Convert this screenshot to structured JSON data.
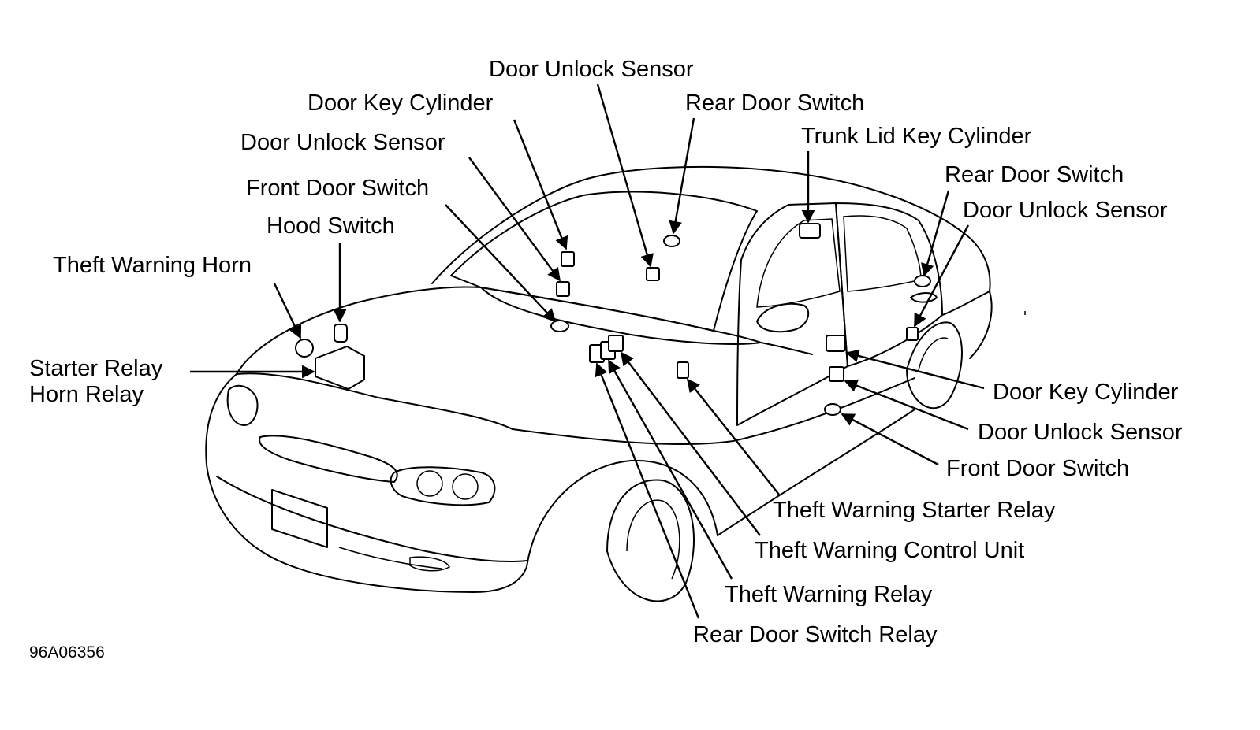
{
  "figure_code": "96A06356",
  "labels": {
    "door_unlock_sensor_top": "Door Unlock Sensor",
    "door_key_cylinder_top": "Door Key Cylinder",
    "rear_door_switch_top": "Rear Door Switch",
    "trunk_lid_key_cylinder": "Trunk Lid Key Cylinder",
    "door_unlock_sensor_left": "Door Unlock Sensor",
    "rear_door_switch_right": "Rear Door Switch",
    "door_unlock_sensor_right": "Door Unlock Sensor",
    "front_door_switch_top": "Front Door Switch",
    "hood_switch": "Hood Switch",
    "theft_warning_horn": "Theft Warning Horn",
    "starter_relay": "Starter Relay",
    "horn_relay": "Horn Relay",
    "door_key_cylinder_right": "Door Key Cylinder",
    "door_unlock_sensor_lower": "Door Unlock Sensor",
    "front_door_switch_right": "Front Door Switch",
    "theft_warning_starter_relay": "Theft Warning Starter Relay",
    "theft_warning_control_unit": "Theft Warning Control Unit",
    "theft_warning_relay": "Theft Warning Relay",
    "rear_door_switch_relay": "Rear Door Switch Relay"
  }
}
